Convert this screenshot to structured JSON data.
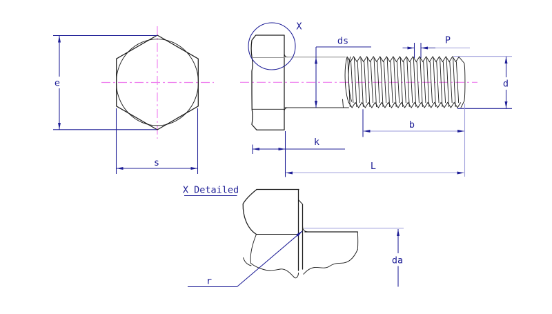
{
  "drawing": {
    "type": "technical-drawing",
    "subject": "hex-head-bolt",
    "detail_title": "X Detailed",
    "labels": {
      "e": "e",
      "s": "s",
      "x": "X",
      "ds": "ds",
      "p": "P",
      "d": "d",
      "b": "b",
      "k": "k",
      "l": "L",
      "r": "r",
      "da": "da"
    },
    "colors": {
      "background": "#ffffff",
      "outline": "#1c1c1c",
      "outline_gray": "#909090",
      "dimension": "#1d1d96",
      "extension_light": "#9a9ad9",
      "centerline": "#ee7fee"
    }
  }
}
